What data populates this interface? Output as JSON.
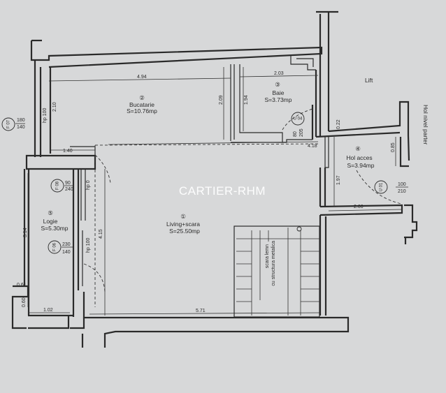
{
  "rooms": {
    "bucatarie": {
      "num": "②",
      "name": "Bucatarie",
      "area": "S=10.76mp"
    },
    "baie": {
      "num": "③",
      "name": "Baie",
      "area": "S=3.73mp"
    },
    "hol": {
      "num": "④",
      "name": "Hol acces",
      "area": "S=3.94mp"
    },
    "logie": {
      "num": "⑤",
      "name": "Logie",
      "area": "S=5.30mp"
    },
    "living": {
      "num": "①",
      "name": "Living+scara",
      "area": "S=25.50mp"
    }
  },
  "labels": {
    "lift": "Lift",
    "hol_nivel": "Hol nivel parter",
    "scara_1": "scara lemn",
    "scara_2": "cu structura metalica",
    "watermark": "CARTIER-RHM"
  },
  "dimensions": {
    "d494": "4.94",
    "d203": "2.03",
    "d209": "2.09",
    "d194": "1.94",
    "d210": "2.10",
    "d140": "1.40",
    "d418": "4.18",
    "d022": "0.22",
    "d085": "0.85",
    "d197": "1.97",
    "d200": "2.00",
    "d314": "3.14",
    "d415": "4.15",
    "d061": "0.61",
    "d060": "0.60",
    "d102": "1.02",
    "d571": "5.71"
  },
  "openings": {
    "f07": {
      "code": "F 07",
      "w": "180",
      "h": "140"
    },
    "hp100a": "hp 100",
    "f08": {
      "code": "F 08",
      "w": "90",
      "h": "240"
    },
    "hp0": "hp 0",
    "f06": {
      "code": "F 06",
      "w": "230",
      "h": "140"
    },
    "hp100b": "hp 100",
    "u04": {
      "code": "U 04",
      "w": "80",
      "h": "205"
    },
    "u01": {
      "code": "U 01",
      "w": "100",
      "h": "210"
    }
  }
}
